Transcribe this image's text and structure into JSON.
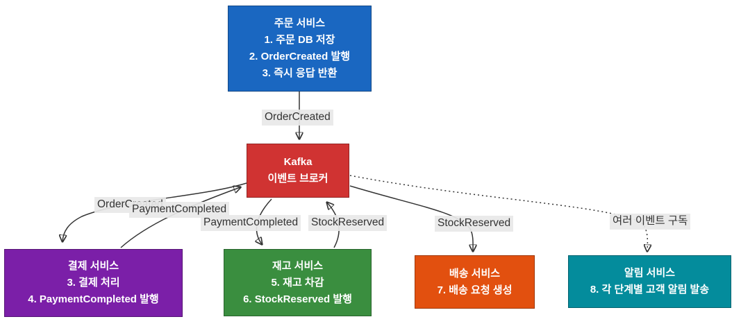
{
  "diagram": {
    "background_color": "#ffffff",
    "edge_color": "#333333",
    "edge_label_background": "#e8e8e8",
    "nodes": {
      "order": {
        "title": "주문 서비스",
        "lines": [
          "1. 주문 DB 저장",
          "2. OrderCreated 발행",
          "3. 즉시 응답 반환"
        ],
        "color": "#1A67C1"
      },
      "kafka": {
        "title": "Kafka",
        "lines": [
          "이벤트 브로커"
        ],
        "color": "#D03332"
      },
      "payment": {
        "title": "결제 서비스",
        "lines": [
          "3. 결제 처리",
          "4. PaymentCompleted 발행"
        ],
        "color": "#7B1FA8"
      },
      "stock": {
        "title": "재고 서비스",
        "lines": [
          "5. 재고 차감",
          "6. StockReserved 발행"
        ],
        "color": "#3A8E3F"
      },
      "shipping": {
        "title": "배송 서비스",
        "lines": [
          "7. 배송 요청 생성"
        ],
        "color": "#E2500F"
      },
      "notification": {
        "title": "알림 서비스",
        "lines": [
          "8. 각 단계별 고객 알림 발송"
        ],
        "color": "#048C9C"
      }
    },
    "edge_labels": {
      "order_to_kafka": "OrderCreated",
      "kafka_to_payment": "OrderCreated",
      "payment_to_kafka": "PaymentCompleted",
      "kafka_to_stock": "PaymentCompleted",
      "stock_to_kafka": "StockReserved",
      "kafka_to_shipping": "StockReserved",
      "kafka_to_notification": "여러 이벤트 구독"
    }
  }
}
